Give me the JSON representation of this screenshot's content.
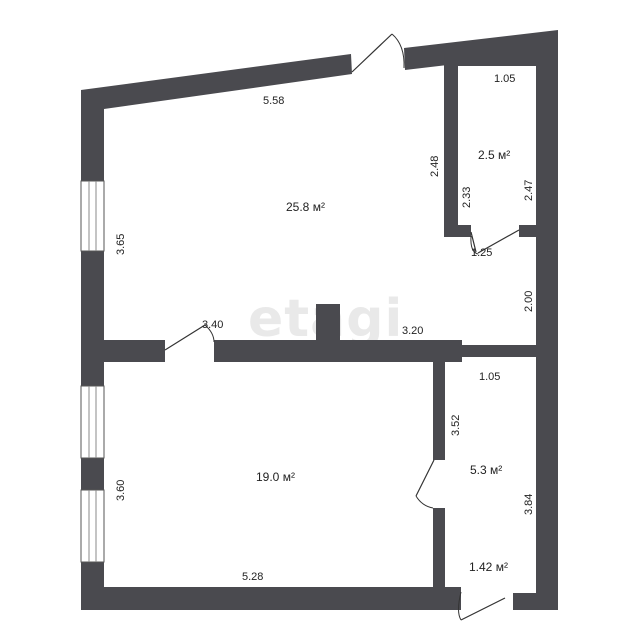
{
  "watermark": "etagi",
  "rooms": [
    {
      "id": "living",
      "area": "25.8 м²"
    },
    {
      "id": "bedroom",
      "area": "19.0 м²"
    },
    {
      "id": "bathroom",
      "area": "2.5 м²"
    },
    {
      "id": "hall",
      "area": "5.3 м²"
    },
    {
      "id": "entry",
      "area": "1.42 м²"
    }
  ],
  "dimensions": {
    "top_wall": "5.58",
    "living_left": "3.65",
    "living_divider_left": "3.40",
    "living_divider_right": "3.20",
    "bath_top": "1.05",
    "bath_left_outer": "2.48",
    "bath_left_inner": "2.33",
    "bath_right": "2.47",
    "bath_bottom": "1.25",
    "corridor_right": "2.00",
    "hall_top": "1.05",
    "hall_left": "3.52",
    "hall_right": "3.84",
    "bedroom_left": "3.60",
    "bedroom_bottom": "5.28"
  }
}
